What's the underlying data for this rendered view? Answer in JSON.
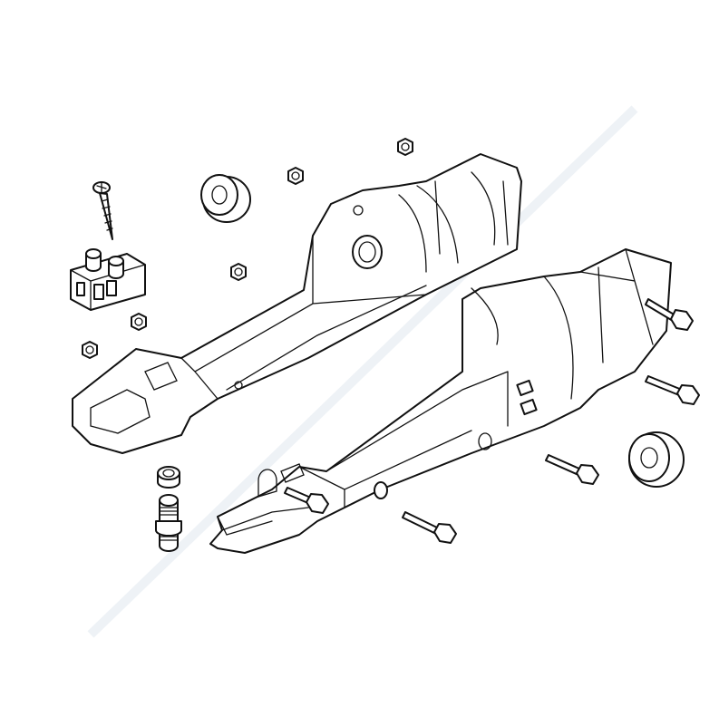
{
  "diagram": {
    "colors": {
      "line": "#111111",
      "background": "#ffffff",
      "watermark": "#eef2f6"
    },
    "parts": [
      "screw",
      "terminal-block",
      "ring",
      "nut",
      "upper-housing",
      "lower-housing",
      "bolt",
      "fitting"
    ]
  }
}
